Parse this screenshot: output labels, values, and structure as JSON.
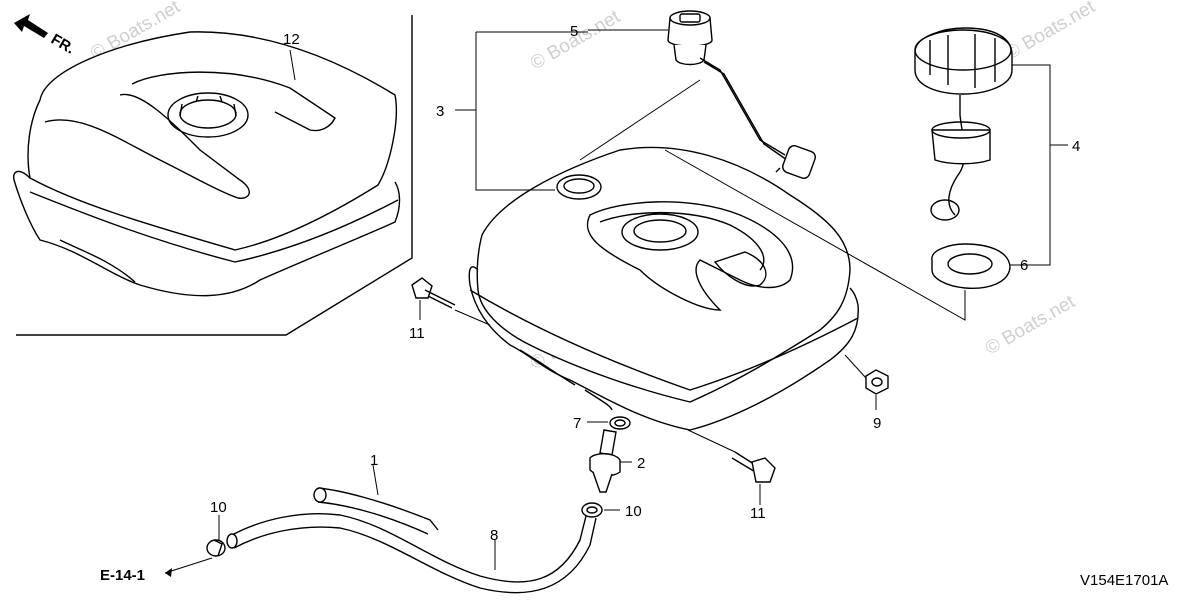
{
  "diagram": {
    "front_marker": "FR.",
    "watermark": "© Boats.net",
    "reference_code": "V154E1701A",
    "page_ref": "E-14-1",
    "callouts": {
      "c1": "1",
      "c2": "2",
      "c3": "3",
      "c4": "4",
      "c5": "5",
      "c6": "6",
      "c7": "7",
      "c8": "8",
      "c9": "9",
      "c10a": "10",
      "c10b": "10",
      "c11a": "11",
      "c11b": "11",
      "c12": "12"
    }
  }
}
